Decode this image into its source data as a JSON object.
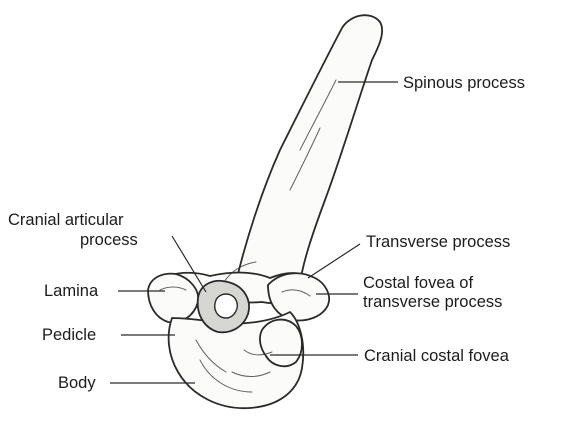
{
  "labels": {
    "spinous_process": "Spinous process",
    "cranial_articular_line1": "Cranial articular",
    "cranial_articular_line2": "process",
    "transverse_process": "Transverse process",
    "lamina": "Lamina",
    "costal_fovea_line1": "Costal fovea of",
    "costal_fovea_line2": "transverse process",
    "pedicle": "Pedicle",
    "cranial_costal_fovea": "Cranial costal fovea",
    "body": "Body"
  },
  "colors": {
    "ink": "#2a2a2a",
    "bone_fill": "#fbfbf9",
    "text": "#1c1c1c"
  }
}
